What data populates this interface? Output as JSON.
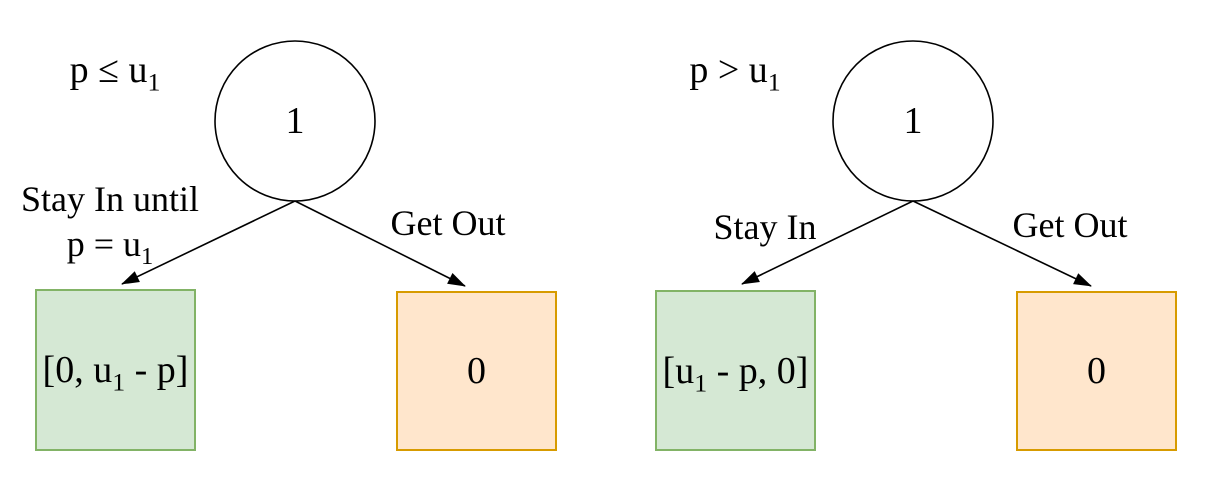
{
  "trees": [
    {
      "condition": {
        "text": "p ≤ u",
        "sub": "1"
      },
      "node": {
        "label": "1"
      },
      "edge_left": {
        "line1": "Stay In until",
        "line2_text": "p = u",
        "line2_sub": "1"
      },
      "edge_right": {
        "label": "Get Out"
      },
      "leaf_left": {
        "pre": "[0, u",
        "sub": "1",
        "post": " - p]"
      },
      "leaf_right": {
        "label": "0"
      }
    },
    {
      "condition": {
        "text": "p > u",
        "sub": "1"
      },
      "node": {
        "label": "1"
      },
      "edge_left": {
        "line1": "Stay In"
      },
      "edge_right": {
        "label": "Get Out"
      },
      "leaf_left": {
        "pre": "[u",
        "sub": "1",
        "post": " - p, 0]"
      },
      "leaf_right": {
        "label": "0"
      }
    }
  ],
  "colors": {
    "background": "#ffffff",
    "line": "#000000",
    "text": "#000000",
    "node_fill": "#ffffff",
    "leaf_green_fill": "#d5e8d4",
    "leaf_green_stroke": "#82b366",
    "leaf_orange_fill": "#ffe6cc",
    "leaf_orange_stroke": "#d79b00"
  }
}
